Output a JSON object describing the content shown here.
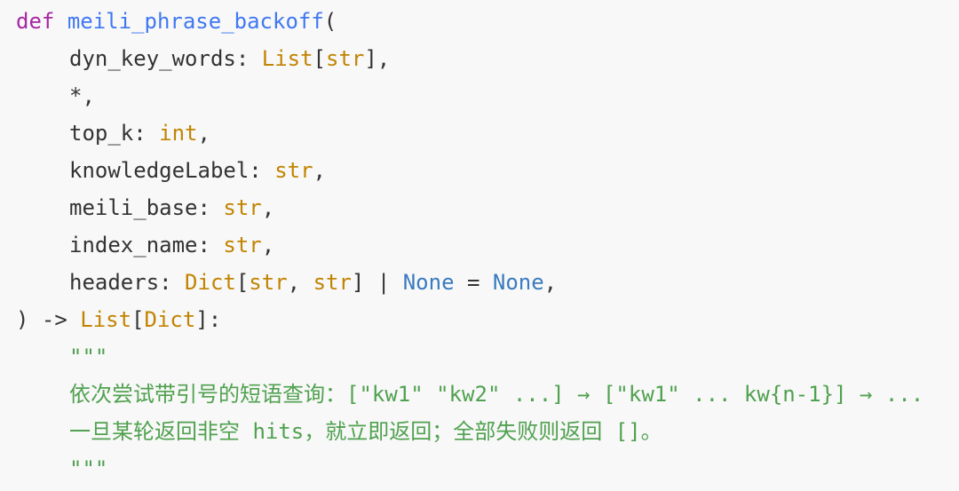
{
  "colors": {
    "background": "#f8f8f8",
    "plain": "#333333",
    "keyword": "#a626a4",
    "function": "#4078f2",
    "type": "#c18401",
    "constant": "#3a7bbf",
    "docstring": "#50a14f"
  },
  "code": [
    {
      "indent": 0,
      "tokens": [
        {
          "t": "def",
          "k": "keyword"
        },
        {
          "t": " ",
          "k": "plain"
        },
        {
          "t": "meili_phrase_backoff",
          "k": "function"
        },
        {
          "t": "(",
          "k": "plain"
        }
      ]
    },
    {
      "indent": 1,
      "tokens": [
        {
          "t": "dyn_key_words: ",
          "k": "plain"
        },
        {
          "t": "List",
          "k": "type"
        },
        {
          "t": "[",
          "k": "plain"
        },
        {
          "t": "str",
          "k": "type"
        },
        {
          "t": "],",
          "k": "plain"
        }
      ]
    },
    {
      "indent": 1,
      "tokens": [
        {
          "t": "*,",
          "k": "plain"
        }
      ]
    },
    {
      "indent": 1,
      "tokens": [
        {
          "t": "top_k: ",
          "k": "plain"
        },
        {
          "t": "int",
          "k": "type"
        },
        {
          "t": ",",
          "k": "plain"
        }
      ]
    },
    {
      "indent": 1,
      "tokens": [
        {
          "t": "knowledgeLabel: ",
          "k": "plain"
        },
        {
          "t": "str",
          "k": "type"
        },
        {
          "t": ",",
          "k": "plain"
        }
      ]
    },
    {
      "indent": 1,
      "tokens": [
        {
          "t": "meili_base: ",
          "k": "plain"
        },
        {
          "t": "str",
          "k": "type"
        },
        {
          "t": ",",
          "k": "plain"
        }
      ]
    },
    {
      "indent": 1,
      "tokens": [
        {
          "t": "index_name: ",
          "k": "plain"
        },
        {
          "t": "str",
          "k": "type"
        },
        {
          "t": ",",
          "k": "plain"
        }
      ]
    },
    {
      "indent": 1,
      "tokens": [
        {
          "t": "headers: ",
          "k": "plain"
        },
        {
          "t": "Dict",
          "k": "type"
        },
        {
          "t": "[",
          "k": "plain"
        },
        {
          "t": "str",
          "k": "type"
        },
        {
          "t": ", ",
          "k": "plain"
        },
        {
          "t": "str",
          "k": "type"
        },
        {
          "t": "] | ",
          "k": "plain"
        },
        {
          "t": "None",
          "k": "constant"
        },
        {
          "t": " = ",
          "k": "plain"
        },
        {
          "t": "None",
          "k": "constant"
        },
        {
          "t": ",",
          "k": "plain"
        }
      ]
    },
    {
      "indent": 0,
      "tokens": [
        {
          "t": ") -> ",
          "k": "plain"
        },
        {
          "t": "List",
          "k": "type"
        },
        {
          "t": "[",
          "k": "plain"
        },
        {
          "t": "Dict",
          "k": "type"
        },
        {
          "t": "]:",
          "k": "plain"
        }
      ]
    },
    {
      "indent": 1,
      "tokens": [
        {
          "t": "\"\"\"",
          "k": "docstring"
        }
      ]
    },
    {
      "indent": 1,
      "tokens": [
        {
          "t": "依次尝试带引号的短语查询：[\"kw1\" \"kw2\" ...] → [\"kw1\" ... kw{n-1}] → ...",
          "k": "docstring"
        }
      ]
    },
    {
      "indent": 1,
      "tokens": [
        {
          "t": "一旦某轮返回非空 hits，就立即返回；全部失败则返回 []。",
          "k": "docstring"
        }
      ]
    },
    {
      "indent": 1,
      "tokens": [
        {
          "t": "\"\"\"",
          "k": "docstring"
        }
      ]
    }
  ]
}
